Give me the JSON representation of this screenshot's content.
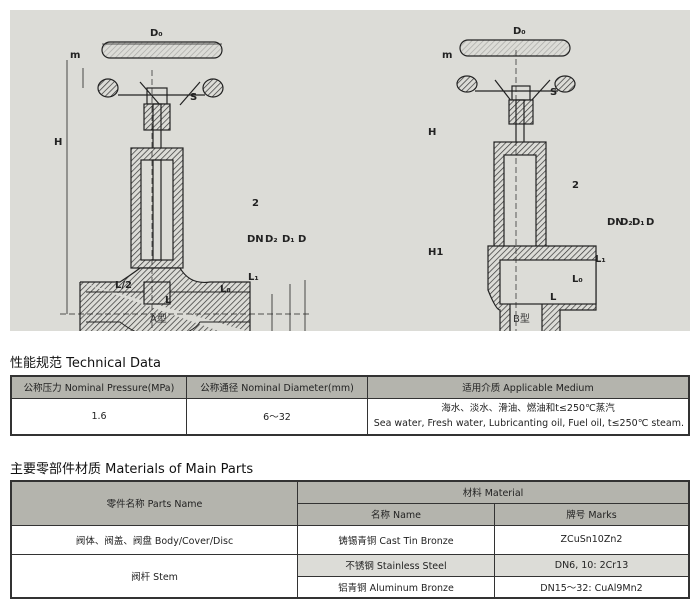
{
  "drawing": {
    "caption_a": "A型",
    "caption_b": "B型",
    "labels": {
      "D0": "D₀",
      "m": "m",
      "H": "H",
      "S": "S",
      "two": "2",
      "DN": "DN",
      "D2": "D₂",
      "D1": "D₁",
      "D": "D",
      "L1": "L₁",
      "L0": "L₀",
      "L": "L",
      "L2": "L/2",
      "H1": "H1"
    }
  },
  "technical": {
    "title": "性能规范 Technical Data",
    "headers": [
      "公称压力 Nominal Pressure(MPa)",
      "公称通径 Nominal Diameter(mm)",
      "适用介质 Applicable Medium"
    ],
    "row": {
      "pressure": "1.6",
      "diameter": "6～32",
      "medium_cn": "海水、淡水、滑油、燃油和t≤250℃蒸汽",
      "medium_en": "Sea water, Fresh water, Lubricanting oil, Fuel oil, t≤250℃ steam."
    }
  },
  "materials": {
    "title": "主要零部件材质 Materials of Main Parts",
    "headers": {
      "parts_name": "零件名称 Parts Name",
      "material": "材料 Material",
      "name": "名称 Name",
      "marks": "牌号 Marks"
    },
    "rows": [
      {
        "part": "阀体、阀盖、阀盘 Body/Cover/Disc",
        "name": "铸锡青铜 Cast Tin Bronze",
        "marks": "ZCuSn10Zn2"
      },
      {
        "part": "阀杆 Stem",
        "name": "不锈钢 Stainless Steel",
        "marks": "DN6, 10: 2Cr13"
      },
      {
        "part": "",
        "name": "铝青铜 Aluminum Bronze",
        "marks": "DN15～32: CuAl9Mn2"
      }
    ]
  }
}
